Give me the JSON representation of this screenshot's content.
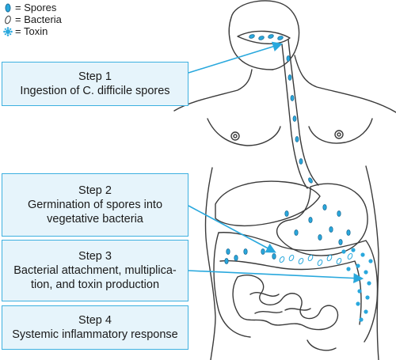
{
  "legend": {
    "spores_label": "= Spores",
    "bacteria_label": "= Bacteria",
    "toxin_label": "= Toxin"
  },
  "steps": [
    {
      "title": "Step 1",
      "lines": [
        "Ingestion of C. difficile spores"
      ]
    },
    {
      "title": "Step 2",
      "lines": [
        "Germination of spores into",
        "vegetative bacteria"
      ]
    },
    {
      "title": "Step 3",
      "lines": [
        "Bacterial attachment, multiplica-",
        "tion, and toxin production"
      ]
    },
    {
      "title": "Step 4",
      "lines": [
        "Systemic inflammatory response"
      ]
    }
  ],
  "colors": {
    "accent": "#29a8dd",
    "box_fill": "#e6f4fb",
    "outline": "#3a3a3a"
  }
}
